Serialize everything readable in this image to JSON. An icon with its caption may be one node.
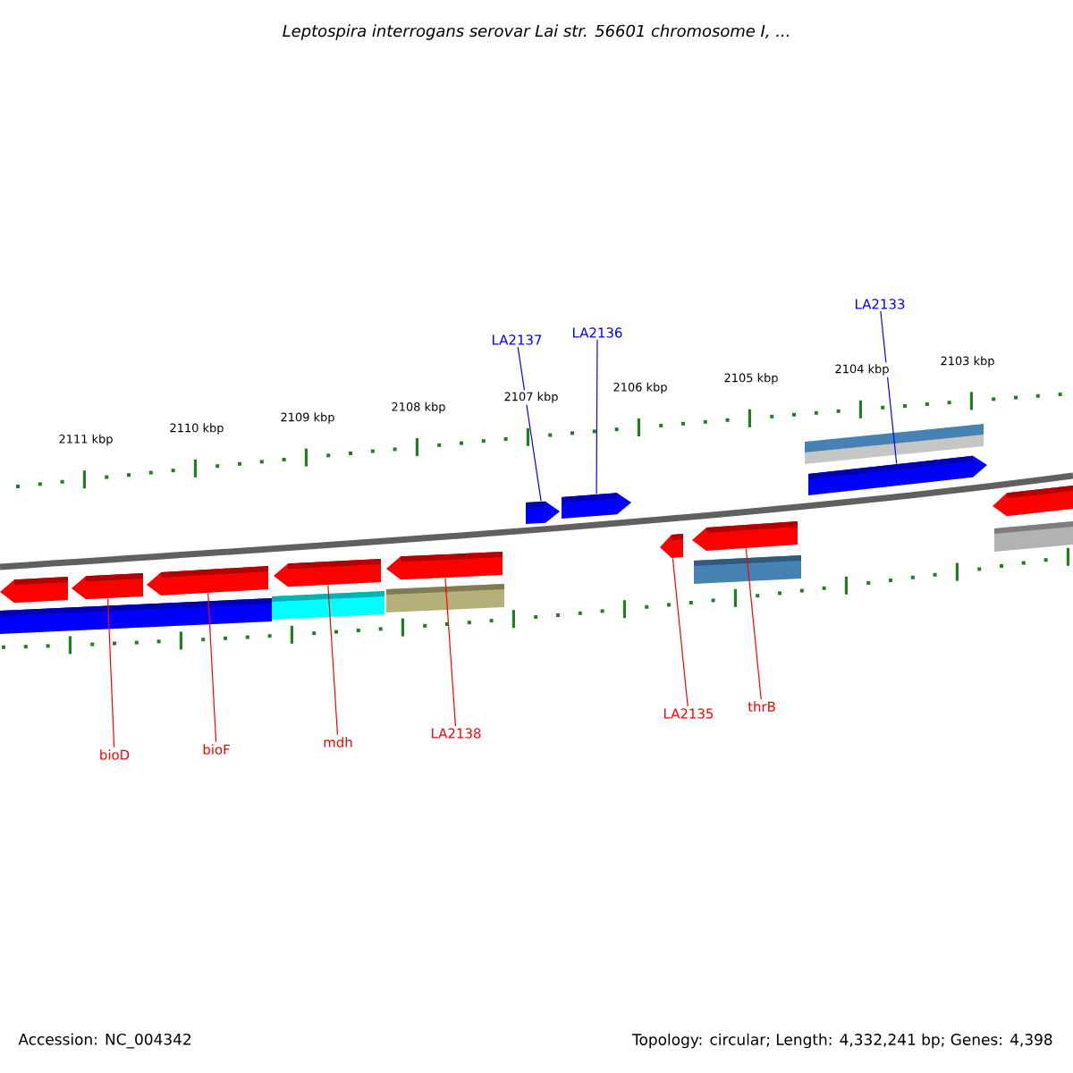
{
  "diagram": {
    "title": "Leptospira interrogans serovar Lai str. 56601 chromosome I, ...",
    "nodes": [
      {
        "text": [
          "LA2137"
        ]
      },
      {
        "text": [
          "LA2136"
        ]
      },
      {
        "text": [
          "LA2133"
        ]
      },
      {
        "text": [
          "bioD"
        ]
      },
      {
        "text": [
          "bioF"
        ]
      },
      {
        "text": [
          "mdh"
        ]
      },
      {
        "text": [
          "LA2138"
        ]
      },
      {
        "text": [
          "LA2135"
        ]
      },
      {
        "text": [
          "thrB"
        ]
      },
      {
        "text": [],
        "shape": "arrow"
      },
      {
        "text": [],
        "shape": "arrow"
      },
      {
        "text": [],
        "shape": "arrow"
      },
      {
        "text": [],
        "shape": "arrow"
      },
      {
        "text": [],
        "shape": "arrow"
      },
      {
        "text": [],
        "shape": "arrow"
      },
      {
        "text": [],
        "shape": "arrow"
      },
      {
        "text": [],
        "shape": "arrow"
      },
      {
        "text": [],
        "shape": "arrow"
      },
      {
        "text": [],
        "shape": "arrow"
      },
      {
        "text": [],
        "shape": "arrow"
      }
    ],
    "edges": [
      {
        "from": 0,
        "to": 9,
        "arrow": "none",
        "color": "#0000ff"
      },
      {
        "from": 1,
        "to": 10,
        "arrow": "none",
        "color": "#0000ff"
      },
      {
        "from": 2,
        "to": 11,
        "arrow": "none",
        "color": "#0000ff"
      },
      {
        "from": 3,
        "to": 12,
        "arrow": "none"
      },
      {
        "from": 4,
        "to": 13,
        "arrow": "none"
      },
      {
        "from": 5,
        "to": 14,
        "arrow": "none"
      },
      {
        "from": 6,
        "to": 15,
        "arrow": "none"
      },
      {
        "from": 7,
        "to": 16,
        "arrow": "none"
      },
      {
        "from": 8,
        "to": 17,
        "arrow": "none"
      }
    ],
    "labels": [
      "2111 kbp",
      "2110 kbp",
      "2109 kbp",
      "2108 kbp",
      "2107 kbp",
      "2106 kbp",
      "2105 kbp",
      "2104 kbp",
      "2103 kbp",
      "Accession: NC_004342",
      "Topology: circular; Length: 4,332,241 bp; Genes: 4,398"
    ]
  }
}
